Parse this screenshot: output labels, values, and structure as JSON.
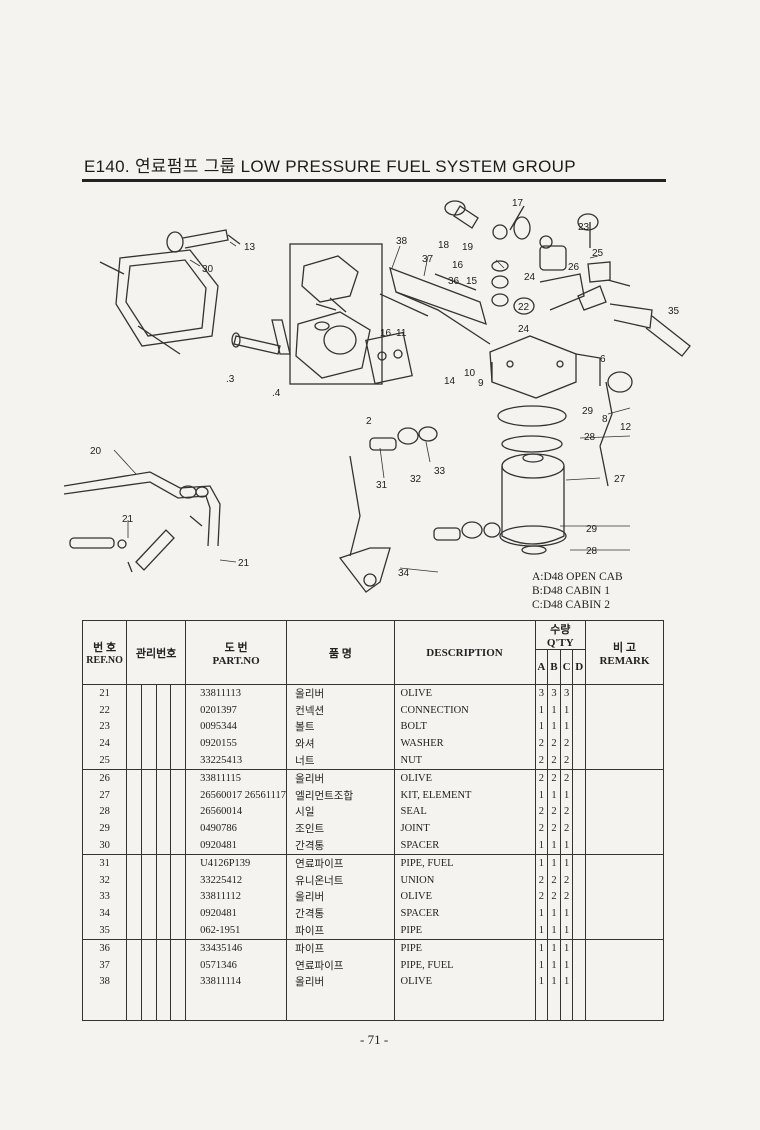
{
  "page": {
    "title": "E140. 연료펌프 그룹 LOW PRESSURE FUEL SYSTEM GROUP",
    "page_number": "- 71 -"
  },
  "legend": [
    "A:D48 OPEN CAB",
    "B:D48 CABIN 1",
    "C:D48 CABIN 2"
  ],
  "callouts": [
    "13",
    "30",
    ".3",
    ".4",
    "38",
    "37",
    "16",
    "11",
    "36",
    "15",
    "14",
    "10",
    "9",
    "18",
    "19",
    "17",
    "16",
    "23",
    "25",
    "24",
    "26",
    "22",
    "24",
    "35",
    "6",
    "29",
    "8",
    "28",
    "27",
    "29",
    "28",
    "20",
    "21",
    "21",
    "31",
    "32",
    "33",
    "34",
    "2",
    "12"
  ],
  "table": {
    "headers": {
      "ref_top": "번 호",
      "ref_bottom": "REF.NO",
      "mgmt": "관리번호",
      "part_top": "도   번",
      "part_bottom": "PART.NO",
      "name_kor": "품     명",
      "description": "DESCRIPTION",
      "qty": "수량 Q'TY",
      "qty_cols": [
        "A",
        "B",
        "C",
        "D"
      ],
      "remark_top": "비   고",
      "remark_bottom": "REMARK"
    },
    "rows": [
      {
        "ref": "21",
        "part": "33811113",
        "kor": "올리버",
        "desc": "OLIVE",
        "a": "3",
        "b": "3",
        "c": "3"
      },
      {
        "ref": "22",
        "part": "0201397",
        "kor": "컨넥션",
        "desc": "CONNECTION",
        "a": "1",
        "b": "1",
        "c": "1"
      },
      {
        "ref": "23",
        "part": "0095344",
        "kor": "볼트",
        "desc": "BOLT",
        "a": "1",
        "b": "1",
        "c": "1"
      },
      {
        "ref": "24",
        "part": "0920155",
        "kor": "와셔",
        "desc": "WASHER",
        "a": "2",
        "b": "2",
        "c": "2"
      },
      {
        "ref": "25",
        "part": "33225413",
        "kor": "너트",
        "desc": "NUT",
        "a": "2",
        "b": "2",
        "c": "2"
      },
      {
        "ref": "26",
        "part": "33811115",
        "kor": "올리버",
        "desc": "OLIVE",
        "a": "2",
        "b": "2",
        "c": "2"
      },
      {
        "ref": "27",
        "part": "26560017 26561117",
        "kor": "엘리먼트조합",
        "desc": "KIT, ELEMENT",
        "a": "1",
        "b": "1",
        "c": "1"
      },
      {
        "ref": "28",
        "part": "26560014",
        "kor": "시일",
        "desc": "SEAL",
        "a": "2",
        "b": "2",
        "c": "2"
      },
      {
        "ref": "29",
        "part": "0490786",
        "kor": "조인트",
        "desc": "JOINT",
        "a": "2",
        "b": "2",
        "c": "2"
      },
      {
        "ref": "30",
        "part": "0920481",
        "kor": "간격통",
        "desc": "SPACER",
        "a": "1",
        "b": "1",
        "c": "1"
      },
      {
        "ref": "31",
        "part": "U4126P139",
        "kor": "연료파이프",
        "desc": "PIPE, FUEL",
        "a": "1",
        "b": "1",
        "c": "1"
      },
      {
        "ref": "32",
        "part": "33225412",
        "kor": "유니온너트",
        "desc": "UNION",
        "a": "2",
        "b": "2",
        "c": "2"
      },
      {
        "ref": "33",
        "part": "33811112",
        "kor": "올리버",
        "desc": "OLIVE",
        "a": "2",
        "b": "2",
        "c": "2"
      },
      {
        "ref": "34",
        "part": "0920481",
        "kor": "간격통",
        "desc": "SPACER",
        "a": "1",
        "b": "1",
        "c": "1"
      },
      {
        "ref": "35",
        "part": "062-1951",
        "kor": "파이프",
        "desc": "PIPE",
        "a": "1",
        "b": "1",
        "c": "1"
      },
      {
        "ref": "36",
        "part": "33435146",
        "kor": "파이프",
        "desc": "PIPE",
        "a": "1",
        "b": "1",
        "c": "1"
      },
      {
        "ref": "37",
        "part": "0571346",
        "kor": "연료파이프",
        "desc": "PIPE, FUEL",
        "a": "1",
        "b": "1",
        "c": "1"
      },
      {
        "ref": "38",
        "part": "33811114",
        "kor": "올리버",
        "desc": "OLIVE",
        "a": "1",
        "b": "1",
        "c": "1"
      }
    ]
  }
}
